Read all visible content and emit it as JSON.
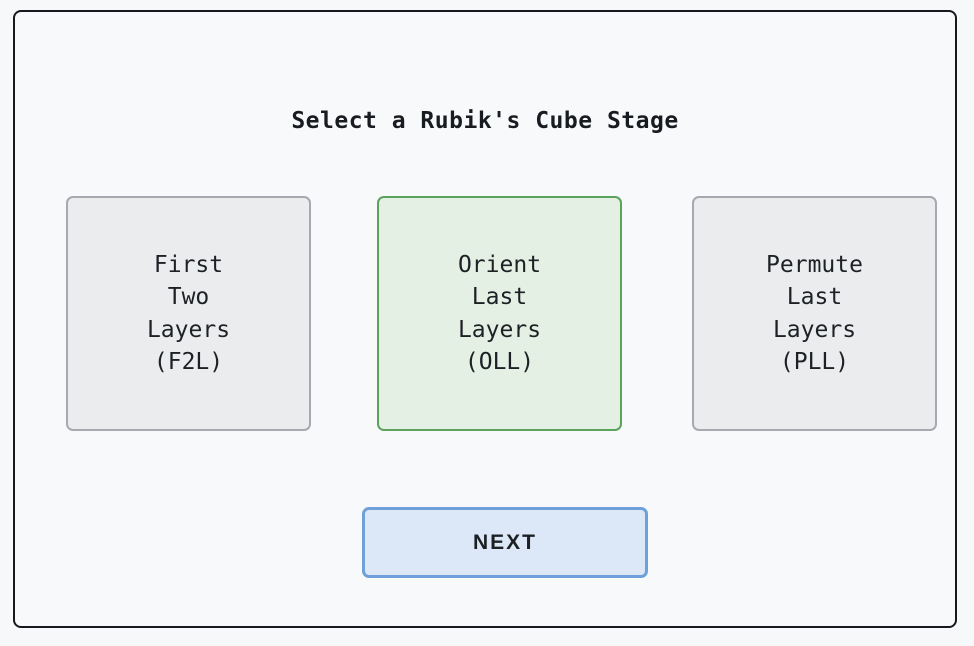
{
  "title": "Select a Rubik's Cube Stage",
  "cards": [
    {
      "id": "f2l",
      "label": "First\nTwo\nLayers\n(F2L)",
      "selected": false
    },
    {
      "id": "oll",
      "label": "Orient\nLast\nLayers\n(OLL)",
      "selected": true
    },
    {
      "id": "pll",
      "label": "Permute\nLast\nLayers\n(PLL)",
      "selected": false
    }
  ],
  "button": {
    "label": "NEXT"
  },
  "colors": {
    "page_background": "#f7f8fa",
    "frame_border": "#16191e",
    "card_background": "#ebecee",
    "card_border": "#a6aab0",
    "selected_card_background": "#e3f0e3",
    "selected_card_border": "#5ba35c",
    "button_background": "#dce8f8",
    "button_border": "#6ea0da",
    "text": "#1d2126"
  }
}
